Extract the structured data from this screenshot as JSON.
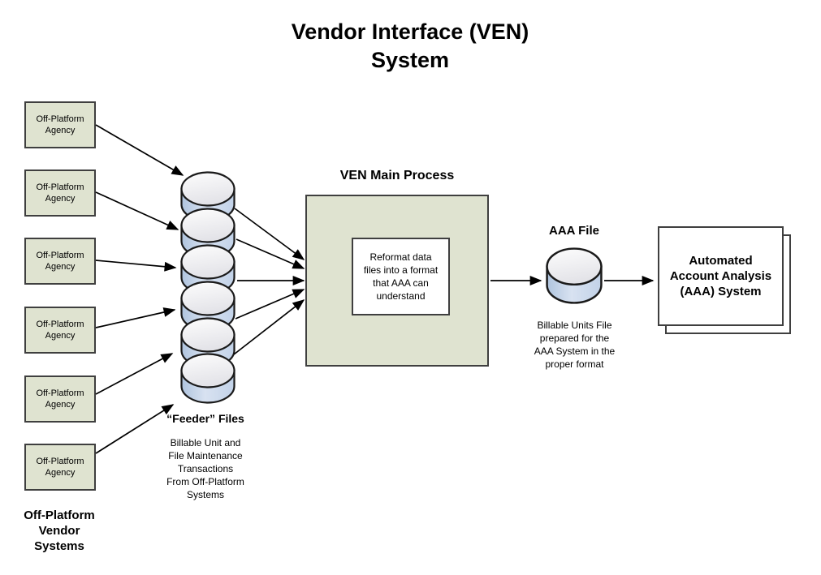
{
  "title": "Vendor Interface (VEN)\nSystem",
  "colors": {
    "process_fill": "#DFE3D0",
    "process_border": "#3F3F3F",
    "cylinder_body": "#C8D7EB",
    "cylinder_body_dark": "#AFC4DE",
    "cylinder_top": "#F2F2F4",
    "outline": "#1A1A1A",
    "background": "#FFFFFF",
    "text": "#000000"
  },
  "vendor_group": {
    "boxes": [
      "Off-Platform\nAgency",
      "Off-Platform\nAgency",
      "Off-Platform\nAgency",
      "Off-Platform\nAgency",
      "Off-Platform\nAgency",
      "Off-Platform\nAgency"
    ],
    "caption": "Off-Platform\nVendor\nSystems"
  },
  "feeder_files": {
    "label": "“Feeder” Files",
    "description": "Billable Unit and\nFile Maintenance\nTransactions\nFrom Off-Platform\nSystems",
    "cylinder_count": 6
  },
  "main_process": {
    "title": "VEN Main Process",
    "step": "Reformat data\nfiles into a format\nthat AAA can\nunderstand"
  },
  "aaa_file": {
    "label": "AAA File",
    "description": "Billable Units File\nprepared for the\nAAA System in the\nproper format"
  },
  "aaa_system": {
    "label": "Automated\nAccount Analysis\n(AAA) System"
  }
}
